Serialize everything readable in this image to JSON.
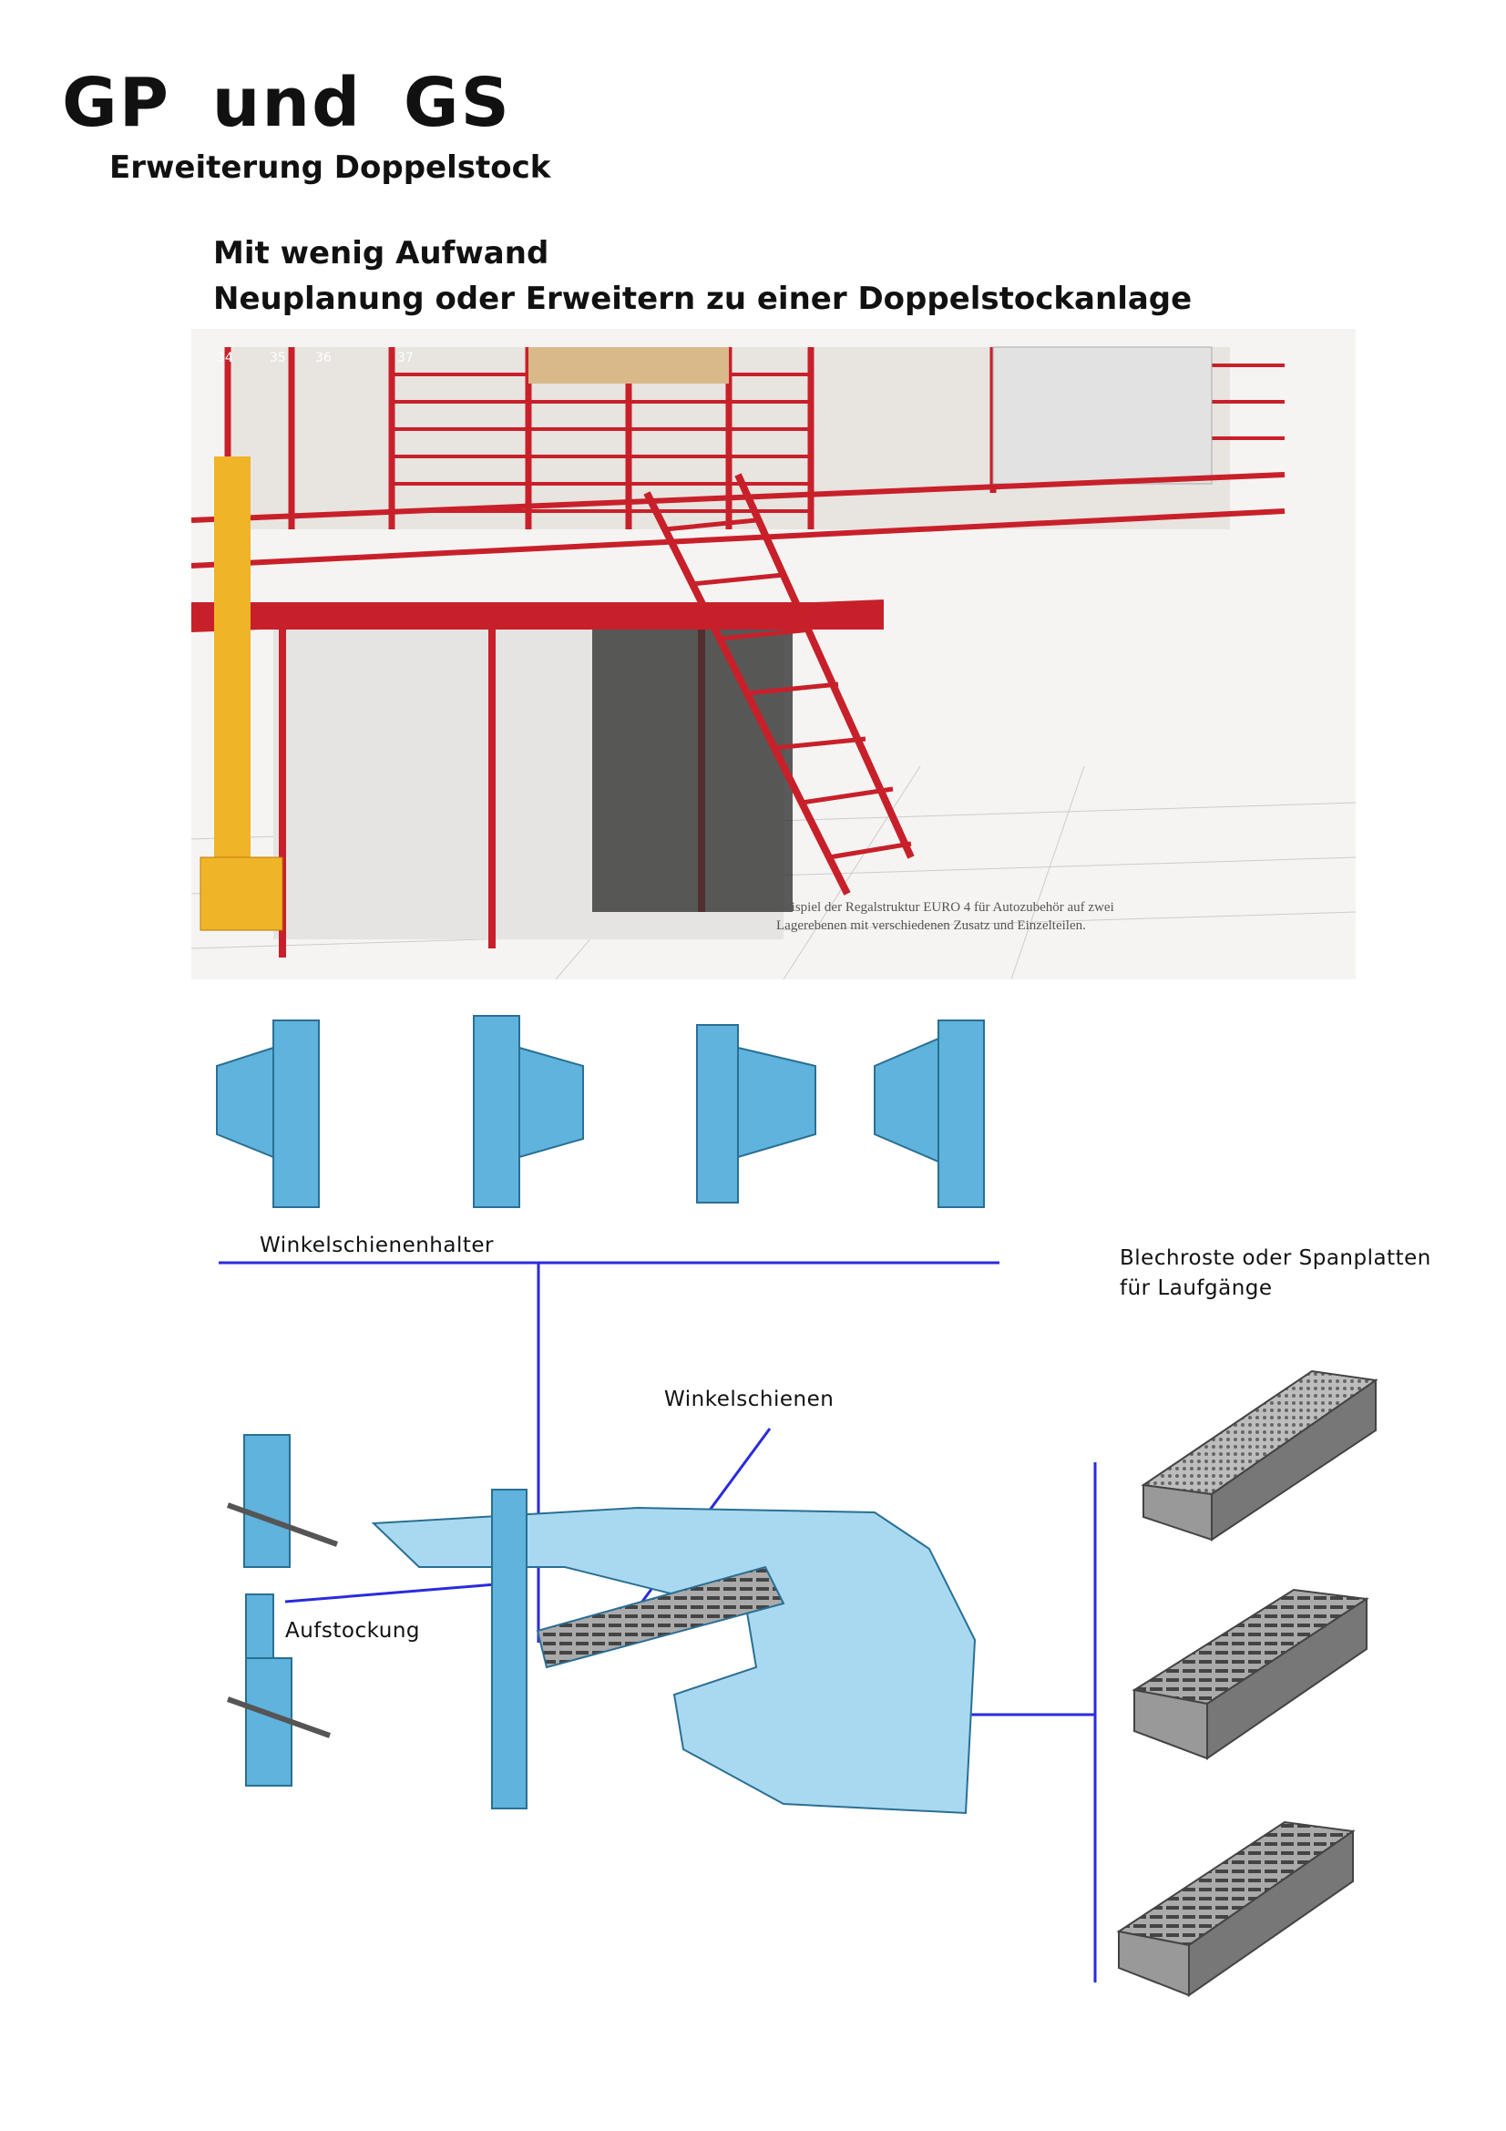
{
  "header": {
    "title": "GP und GS",
    "subtitle": "Erweiterung Doppelstock"
  },
  "intro": {
    "line1": "Mit wenig Aufwand",
    "line2": "Neuplanung oder Erweitern zu einer Doppelstockanlage"
  },
  "illustration": {
    "caption_line1": "Beispiel der Regalstruktur EURO 4 für Autozubehör auf zwei",
    "caption_line2": "Lagerebenen mit verschiedenen Zusatz und Einzelteilen.",
    "rack_numbers": [
      "34",
      "35",
      "36",
      "37"
    ]
  },
  "labels": {
    "bracket_holder": "Winkelschienenhalter",
    "grating_line1": "Blechroste oder Spanplatten",
    "grating_line2": "für Laufgänge",
    "angle_rails": "Winkelschienen",
    "extension": "Aufstockung"
  },
  "colors": {
    "rack_red": "#c8202a",
    "part_blue": "#5fb3dc",
    "line_blue": "#2a2ae0",
    "grating_gray": "#8a8a8a"
  }
}
